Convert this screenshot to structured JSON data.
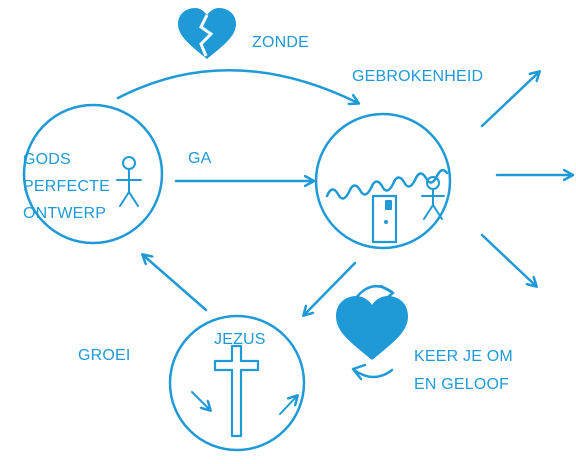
{
  "colors": {
    "accent": "#1f9ad6",
    "background": "#ffffff"
  },
  "labels": {
    "zonde": "ZONDE",
    "gebrokenheid": "GEBROKENHEID",
    "gods_line1": "GODS",
    "gods_line2": "PERFECTE",
    "gods_line3": "ONTWERP",
    "ga": "GA",
    "jezus": "JEZUS",
    "groei": "GROEI",
    "keer_line1": "KEER JE OM",
    "keer_line2": "EN GELOOF"
  },
  "icons": {
    "broken_heart": "broken-heart-icon",
    "heart": "heart-icon",
    "cycle_arrows": "cycle-arrows-icon",
    "person": "stick-figure-icon",
    "door": "door-icon",
    "cross": "cross-icon"
  }
}
